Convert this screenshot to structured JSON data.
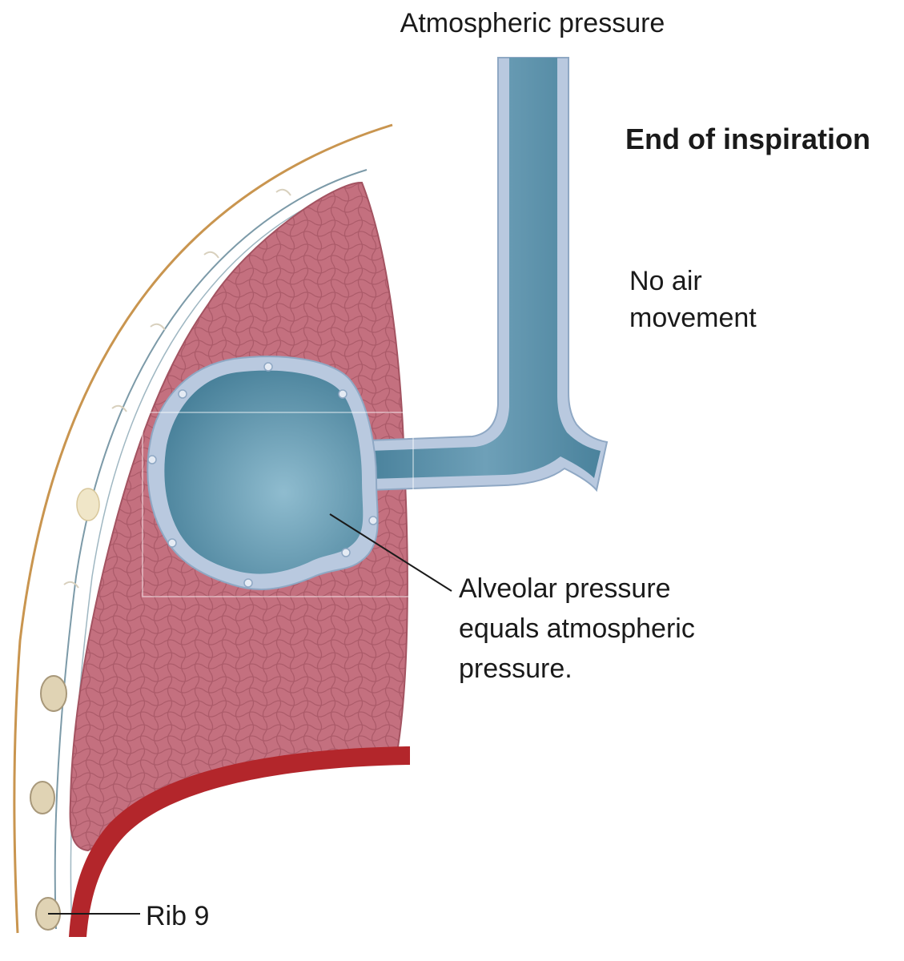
{
  "labels": {
    "atmospheric": "Atmospheric pressure",
    "phase": "End of inspiration",
    "air_movement": [
      "No air",
      "movement"
    ],
    "alveolar": [
      "Alveolar pressure",
      "equals atmospheric",
      "pressure."
    ],
    "rib": "Rib 9"
  },
  "colors": {
    "airway_fill": "#5b8fa8",
    "airway_wall": "#b9c9df",
    "lung": "#c4707f",
    "diaphragm": "#b3262b",
    "rib": "#e0d3b4",
    "thoracic_wall": "#c9954f"
  }
}
